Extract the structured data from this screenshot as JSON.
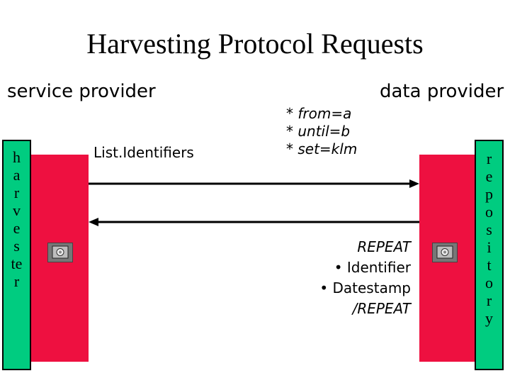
{
  "title": "Harvesting Protocol Requests",
  "service_provider_label": "service provider",
  "data_provider_label": "data provider",
  "harvester_letters": [
    "h",
    "a",
    "r",
    "v",
    "e",
    "s",
    "te",
    "r"
  ],
  "repository_letters": [
    "r",
    "e",
    "p",
    "o",
    "s",
    "i",
    "t",
    "o",
    "r",
    "y"
  ],
  "request_label": "List.Identifiers",
  "request_params": [
    "* from=a",
    "* until=b",
    "* set=klm"
  ],
  "response": {
    "repeat_open": "REPEAT",
    "items": [
      "• Identifier",
      "• Datestamp"
    ],
    "repeat_close": "/REPEAT"
  },
  "colors": {
    "bar": "#00cc80",
    "block": "#ee1040",
    "icon": "#777777"
  },
  "icons": [
    "computer-icon",
    "computer-icon"
  ]
}
